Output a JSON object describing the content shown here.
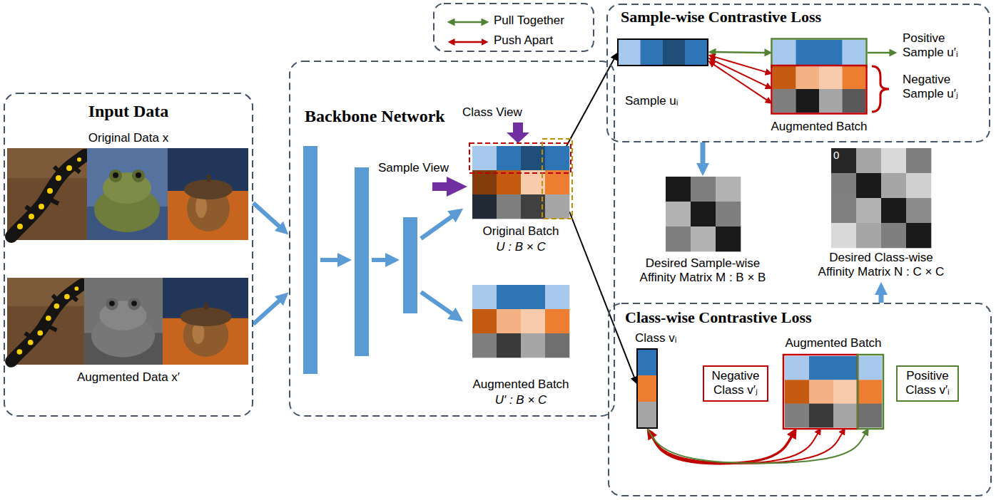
{
  "diagram": {
    "nodes": [
      {
        "text": [
          "Input Data",
          "Original Data x",
          "Augmented Data x′"
        ]
      },
      {
        "text": [
          "Backbone Network"
        ]
      },
      {
        "text": [
          "Original Batch",
          "U : B × C"
        ],
        "in": 1
      },
      {
        "text": [
          "Augmented Batch",
          "U′ : B × C"
        ],
        "in": 1
      },
      {
        "text": [
          "Sample-wise Contrastive Loss"
        ]
      },
      {
        "text": [
          "Sample uᵢ"
        ],
        "in": 4
      },
      {
        "text": [
          "Positive Sample u′ᵢ"
        ],
        "in": 4
      },
      {
        "text": [
          "Negative Sample u′ⱼ"
        ],
        "in": 4
      },
      {
        "text": [
          "Desired Sample-wise Affinity Matrix M : B × B"
        ]
      },
      {
        "text": [
          "0",
          "Desired Class-wise Affinity Matrix N : C × C"
        ]
      },
      {
        "text": [
          "Class-wise Contrastive Loss"
        ]
      },
      {
        "text": [
          "Class vᵢ"
        ],
        "in": 10
      },
      {
        "text": [
          "Negative Class v′ⱼ"
        ],
        "in": 10
      },
      {
        "text": [
          "Augmented Batch"
        ],
        "in": 10
      },
      {
        "text": [
          "Positive Class v′ᵢ"
        ],
        "in": 10
      }
    ],
    "edges": [
      {
        "from": 0,
        "to": 1,
        "arrow": "to"
      },
      {
        "from": 0,
        "to": 1,
        "arrow": "to"
      },
      {
        "from": 2,
        "to": 5,
        "arrow": "to"
      },
      {
        "from": 2,
        "to": 11,
        "arrow": "to"
      },
      {
        "from": 5,
        "to": 6,
        "arrow": "both"
      },
      {
        "from": 5,
        "to": 7,
        "arrow": "both"
      },
      {
        "from": 5,
        "to": 7,
        "arrow": "both"
      },
      {
        "from": 5,
        "to": 7,
        "arrow": "both"
      },
      {
        "from": 4,
        "to": 8,
        "arrow": "to"
      },
      {
        "from": 10,
        "to": 9,
        "arrow": "to"
      },
      {
        "from": 11,
        "to": 13,
        "arrow": "both"
      },
      {
        "from": 11,
        "to": 13,
        "arrow": "both"
      },
      {
        "from": 11,
        "to": 13,
        "arrow": "both"
      },
      {
        "from": 11,
        "to": 13,
        "arrow": "to"
      }
    ],
    "labels": [
      "Class View",
      "Sample View",
      "Augmented Batch"
    ],
    "legend": [
      {
        "text": "Pull Together"
      },
      {
        "text": "Push Apart"
      }
    ]
  }
}
